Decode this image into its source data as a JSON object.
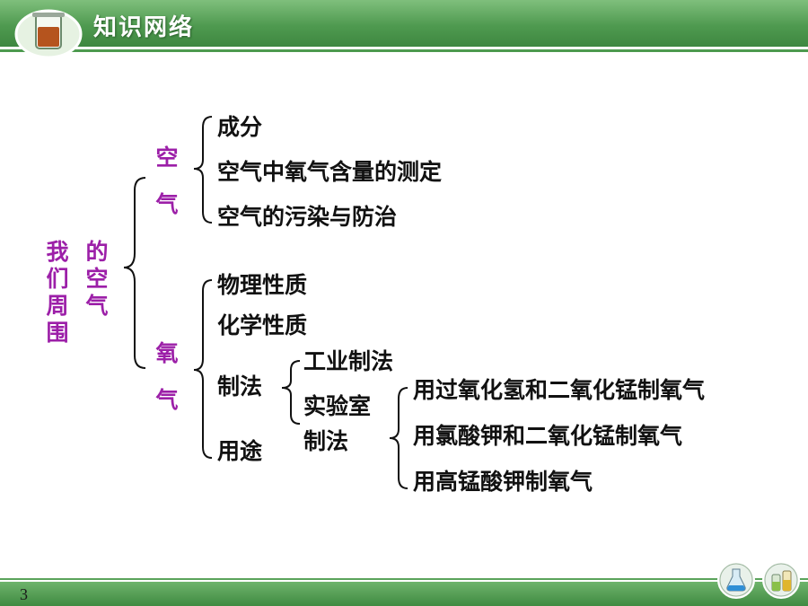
{
  "header": {
    "title": "知识网络"
  },
  "root": {
    "col1": "我们周围",
    "col2": "的空气"
  },
  "air": {
    "label": "空气",
    "items": [
      "成分",
      "空气中氧气含量的测定",
      "空气的污染与防治"
    ]
  },
  "oxygen": {
    "label": "氧气",
    "properties": [
      "物理性质",
      "化学性质"
    ],
    "preparation": {
      "label": "制法",
      "industrial": "工业制法",
      "lab_line1": "实验室",
      "lab_line2": "制法",
      "lab_methods": [
        "用过氧化氢和二氧化锰制氧气",
        "用氯酸钾和二氧化锰制氧气",
        "用高锰酸钾制氧气"
      ]
    },
    "uses": "用途"
  },
  "footer": {
    "page_number": "3"
  },
  "colors": {
    "accent": "#9c1fa8",
    "header_green": "#4f9a50"
  },
  "icons": [
    "beaker-logo-icon",
    "flask-icon",
    "bottles-icon"
  ]
}
